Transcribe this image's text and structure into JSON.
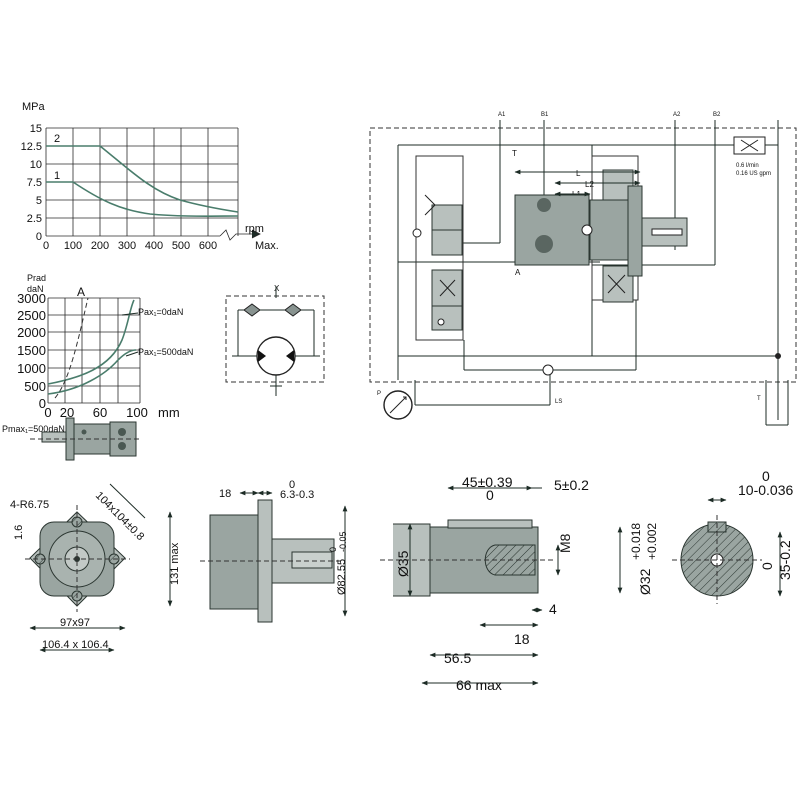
{
  "pressure_chart": {
    "unit": "MPa",
    "y_ticks": [
      "15",
      "12.5",
      "10",
      "7.5",
      "5",
      "2.5",
      "0"
    ],
    "x_ticks": [
      "0",
      "100",
      "200",
      "300",
      "400",
      "500",
      "600"
    ],
    "x_unit": "rpm",
    "x_max_label": "Max.",
    "curve_labels": [
      "2",
      "1"
    ]
  },
  "radial_chart": {
    "unit_line1": "Prad",
    "unit_line2": "daN",
    "y_ticks": [
      "3000",
      "2500",
      "2000",
      "1500",
      "1000",
      "500",
      "0"
    ],
    "x_ticks": [
      "0",
      "20",
      "60",
      "100"
    ],
    "x_unit": "mm",
    "marker": "A",
    "curve1_label": "Pax₁=0daN",
    "curve2_label": "Pax₁=500daN",
    "pmax_label": "Pmax₁=500daN"
  },
  "circuit": {
    "port_x": "X",
    "label_A1": "A1",
    "label_B1": "B1",
    "label_A2": "A2",
    "label_B2": "B2",
    "label_T_top": "T",
    "label_L": "L",
    "label_L2": "L2",
    "label_L1": "L1",
    "label_A": "A",
    "label_P": "P",
    "label_LS": "LS",
    "label_T": "T",
    "flow1": "0.6 l/min",
    "flow2": "0.16 US gpm"
  },
  "flange_view": {
    "holes": "4-R6.75",
    "square": "104x104±0.8",
    "offset": "1.6",
    "height": "131 max",
    "bolt": "97x97",
    "width": "106.4 x 106.4"
  },
  "side_view": {
    "d18": "18",
    "tol_top": "0",
    "tol_val": "6.3-0.3",
    "pilot": "Ø82.55",
    "pilot_tol_a": "0",
    "pilot_tol_b": "-0.05"
  },
  "shaft_view": {
    "key_len": "45±0.39",
    "key_zero": "0",
    "key_off": "5±0.2",
    "thread": "M8",
    "dia_body": "Ø35",
    "dia_shaft": "Ø32",
    "dia_tol_a": "+0.018",
    "dia_tol_b": "+0.002",
    "d4": "4",
    "d18": "18",
    "d56": "56.5",
    "d66": "66 max"
  },
  "section_view": {
    "width_top": "0",
    "width_val": "10-0.036",
    "height_top": "0",
    "height_val": "35-0.2"
  }
}
